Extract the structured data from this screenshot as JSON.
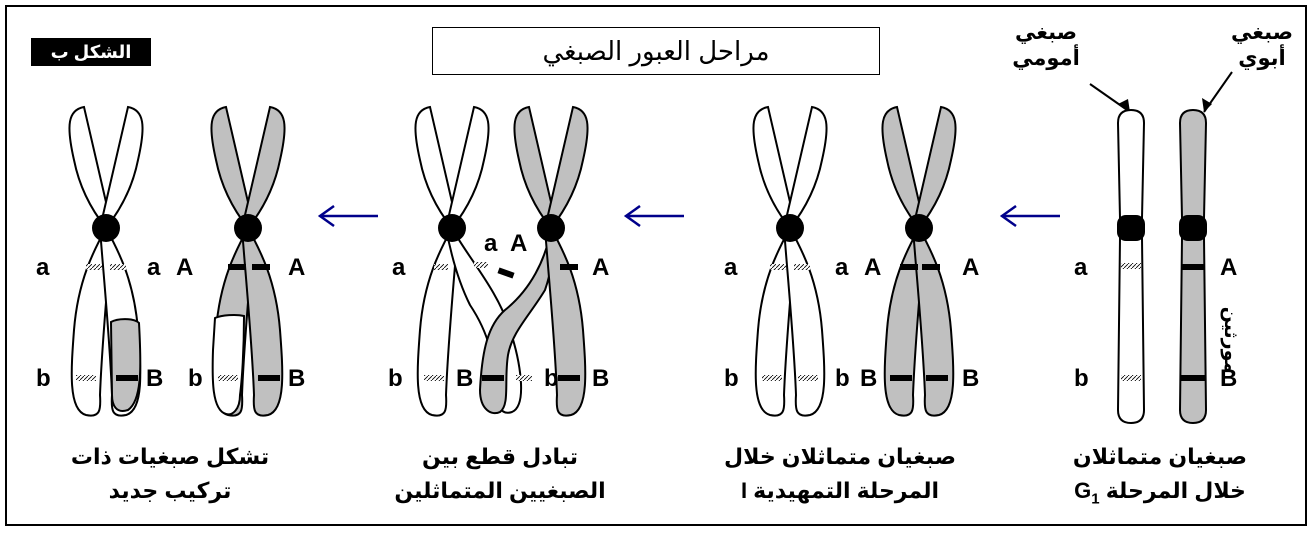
{
  "badge": "الشكل ب",
  "title": "مراحل العبور الصبغي",
  "callouts": {
    "paternal": [
      "صبغي",
      "أبوي"
    ],
    "maternal": [
      "صبغي",
      "أمومي"
    ]
  },
  "side_label": "مورثين",
  "captions": [
    {
      "line1": "صبغيان متماثلان",
      "line2_text": "خلال المرحلة",
      "line2_sub": "G",
      "line2_subscript": "1"
    },
    {
      "line1": "صبغيان متماثلان خلال",
      "line2": "المرحلة التمهيدية I"
    },
    {
      "line1": "تبادل قطع بين",
      "line2": "الصبغيين المتماثلين"
    },
    {
      "line1": "تشكل صبغيات ذات",
      "line2": "تركيب جديد"
    }
  ],
  "alleles": {
    "upper_maternal": "a",
    "upper_paternal": "A",
    "lower_maternal": "b",
    "lower_paternal": "B"
  },
  "colors": {
    "paternal_fill": "#c0c0c0",
    "maternal_fill": "#ffffff",
    "arrow": "#00008b",
    "stroke": "#000000"
  },
  "icons": [
    "right-to-left-arrow-icon"
  ]
}
